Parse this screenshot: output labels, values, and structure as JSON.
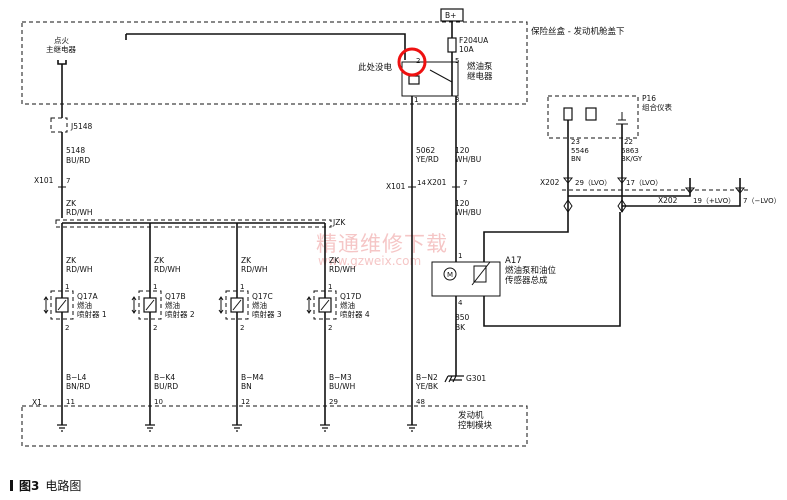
{
  "fuse_block": {
    "label": "保险丝盒 - 发动机舱盖下"
  },
  "power": {
    "label": "B+"
  },
  "fuse": {
    "id": "F204UA",
    "rating": "10A"
  },
  "ignition_relay": {
    "line1": "点火",
    "line2": "主继电器"
  },
  "fuel_pump_relay": {
    "line1": "燃油泵",
    "line2": "继电器",
    "pins": [
      "2",
      "5",
      "1",
      "3"
    ]
  },
  "annotation": {
    "text": "此处没电"
  },
  "connector_j5148": {
    "id": "J5148"
  },
  "wires": [
    {
      "circuit": "5148",
      "color": "BU/RD"
    },
    {
      "circuit": "5062",
      "color": "YE/RD"
    },
    {
      "circuit": "120",
      "color": "WH/BU"
    },
    {
      "circuit": "120",
      "color": "WH/BU"
    },
    {
      "circuit": "5546",
      "color": "BN"
    },
    {
      "circuit": "6863",
      "color": "BK/GY"
    },
    {
      "circuit": "850",
      "color": "BK"
    }
  ],
  "connectors": {
    "x101_left": {
      "id": "X101",
      "pin": "7"
    },
    "x101_right": {
      "id": "X101",
      "pin": "14"
    },
    "x201": {
      "id": "X201",
      "pin": "7"
    },
    "x202_a": {
      "id": "X202",
      "pins": [
        "29（LVO）",
        "17（LVO）"
      ]
    },
    "x202_b": {
      "id": "X202",
      "pins": [
        "19（+LVO）",
        "7（−LVO）"
      ]
    },
    "x1": {
      "id": "X1",
      "pins": [
        "11",
        "10",
        "12",
        "29",
        "48"
      ]
    }
  },
  "splice": {
    "wire": "ZK",
    "color": "RD/WH",
    "id": "JZK"
  },
  "injectors": [
    {
      "id": "Q17A",
      "line1": "燃油",
      "line2": "喷射器 1",
      "wire": "ZK",
      "wire_color": "RD/WH",
      "pins": [
        "1",
        "2"
      ],
      "out_circuit": "B−L4",
      "out_color": "BN/RD"
    },
    {
      "id": "Q17B",
      "line1": "燃油",
      "line2": "喷射器 2",
      "wire": "ZK",
      "wire_color": "RD/WH",
      "pins": [
        "1",
        "2"
      ],
      "out_circuit": "B−K4",
      "out_color": "BU/RD"
    },
    {
      "id": "Q17C",
      "line1": "燃油",
      "line2": "喷射器 3",
      "wire": "ZK",
      "wire_color": "RD/WH",
      "pins": [
        "1",
        "2"
      ],
      "out_circuit": "B−M4",
      "out_color": "BN"
    },
    {
      "id": "Q17D",
      "line1": "燃油",
      "line2": "喷射器 4",
      "wire": "ZK",
      "wire_color": "RD/WH",
      "pins": [
        "1",
        "2"
      ],
      "out_circuit": "B−M3",
      "out_color": "BU/WH"
    }
  ],
  "pump_wire_ecm": {
    "circuit": "B−N2",
    "color": "YE/BK"
  },
  "fuel_pump_module": {
    "id": "A17",
    "line1": "燃油泵和油位",
    "line2": "传感器总成",
    "pin_top": "1",
    "pin_bottom": "4",
    "motor_symbol": "M"
  },
  "cluster": {
    "id": "P16",
    "line1": "组合仪表",
    "pins": [
      "23",
      "22"
    ]
  },
  "ground": {
    "id": "G301"
  },
  "ecm": {
    "line1": "发动机",
    "line2": "控制模块"
  },
  "watermark": {
    "text": "精通维修下载",
    "url": "www.gzweix.com"
  },
  "caption": {
    "figure": "图3",
    "title": "电路图"
  }
}
